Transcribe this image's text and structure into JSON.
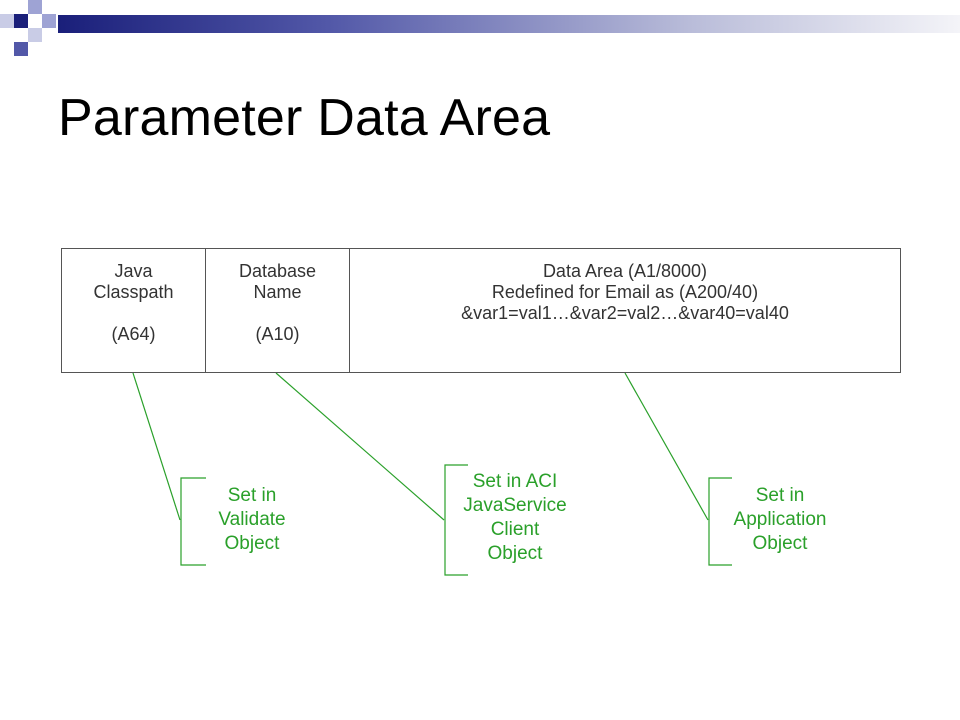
{
  "slide": {
    "title": "Parameter Data Area"
  },
  "theme": {
    "accent_dark": "#1a1f7a",
    "accent_light": "#9ea3d4",
    "callout_color": "#2aa02a",
    "table_border": "#555555"
  },
  "table": {
    "cells": [
      {
        "lines": [
          "Java",
          "Classpath"
        ],
        "format": "(A64)"
      },
      {
        "lines": [
          "Database",
          "Name"
        ],
        "format": "(A10)"
      },
      {
        "lines": [
          "Data Area (A1/8000)",
          "Redefined for Email as (A200/40)",
          "&var1=val1…&var2=val2…&var40=val40"
        ],
        "format": ""
      }
    ]
  },
  "callouts": [
    {
      "lines": [
        "Set in",
        "Validate",
        "Object"
      ]
    },
    {
      "lines": [
        "Set in ACI",
        "JavaService",
        "Client",
        "Object"
      ]
    },
    {
      "lines": [
        "Set in",
        "Application",
        "Object"
      ]
    }
  ]
}
